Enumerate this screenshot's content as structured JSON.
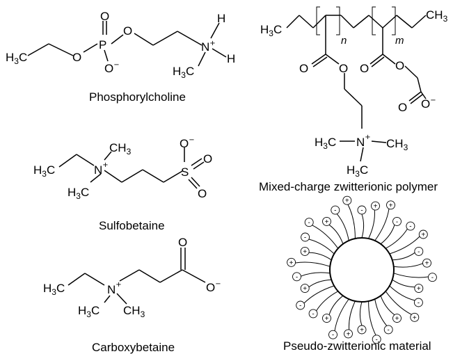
{
  "captions": {
    "phosphorylcholine": "Phosphorylcholine",
    "sulfobetaine": "Sulfobetaine",
    "carboxybetaine": "Carboxybetaine",
    "mixed_charge": "Mixed-charge zwitterionic polymer",
    "pseudo": "Pseudo-zwitterionic material"
  },
  "atoms": {
    "O": "O",
    "O_minus": "O",
    "P": "P",
    "N": "N",
    "S": "S",
    "H": "H",
    "CH3": "CH",
    "H3C": "H",
    "C": "C",
    "three": "3",
    "plus": "+",
    "minus": "−"
  },
  "polymer": {
    "n": "n",
    "m": "m"
  },
  "pseudo": {
    "charges": [
      "-",
      "+",
      "+",
      "-",
      "-",
      "+",
      "-",
      "+",
      "-",
      "+",
      "-",
      "+",
      "+",
      "-",
      "-",
      "+",
      "+",
      "-",
      "+",
      "-",
      "-",
      "+",
      "-",
      "+",
      "+",
      "-",
      "-",
      "+",
      "-",
      "+"
    ]
  }
}
